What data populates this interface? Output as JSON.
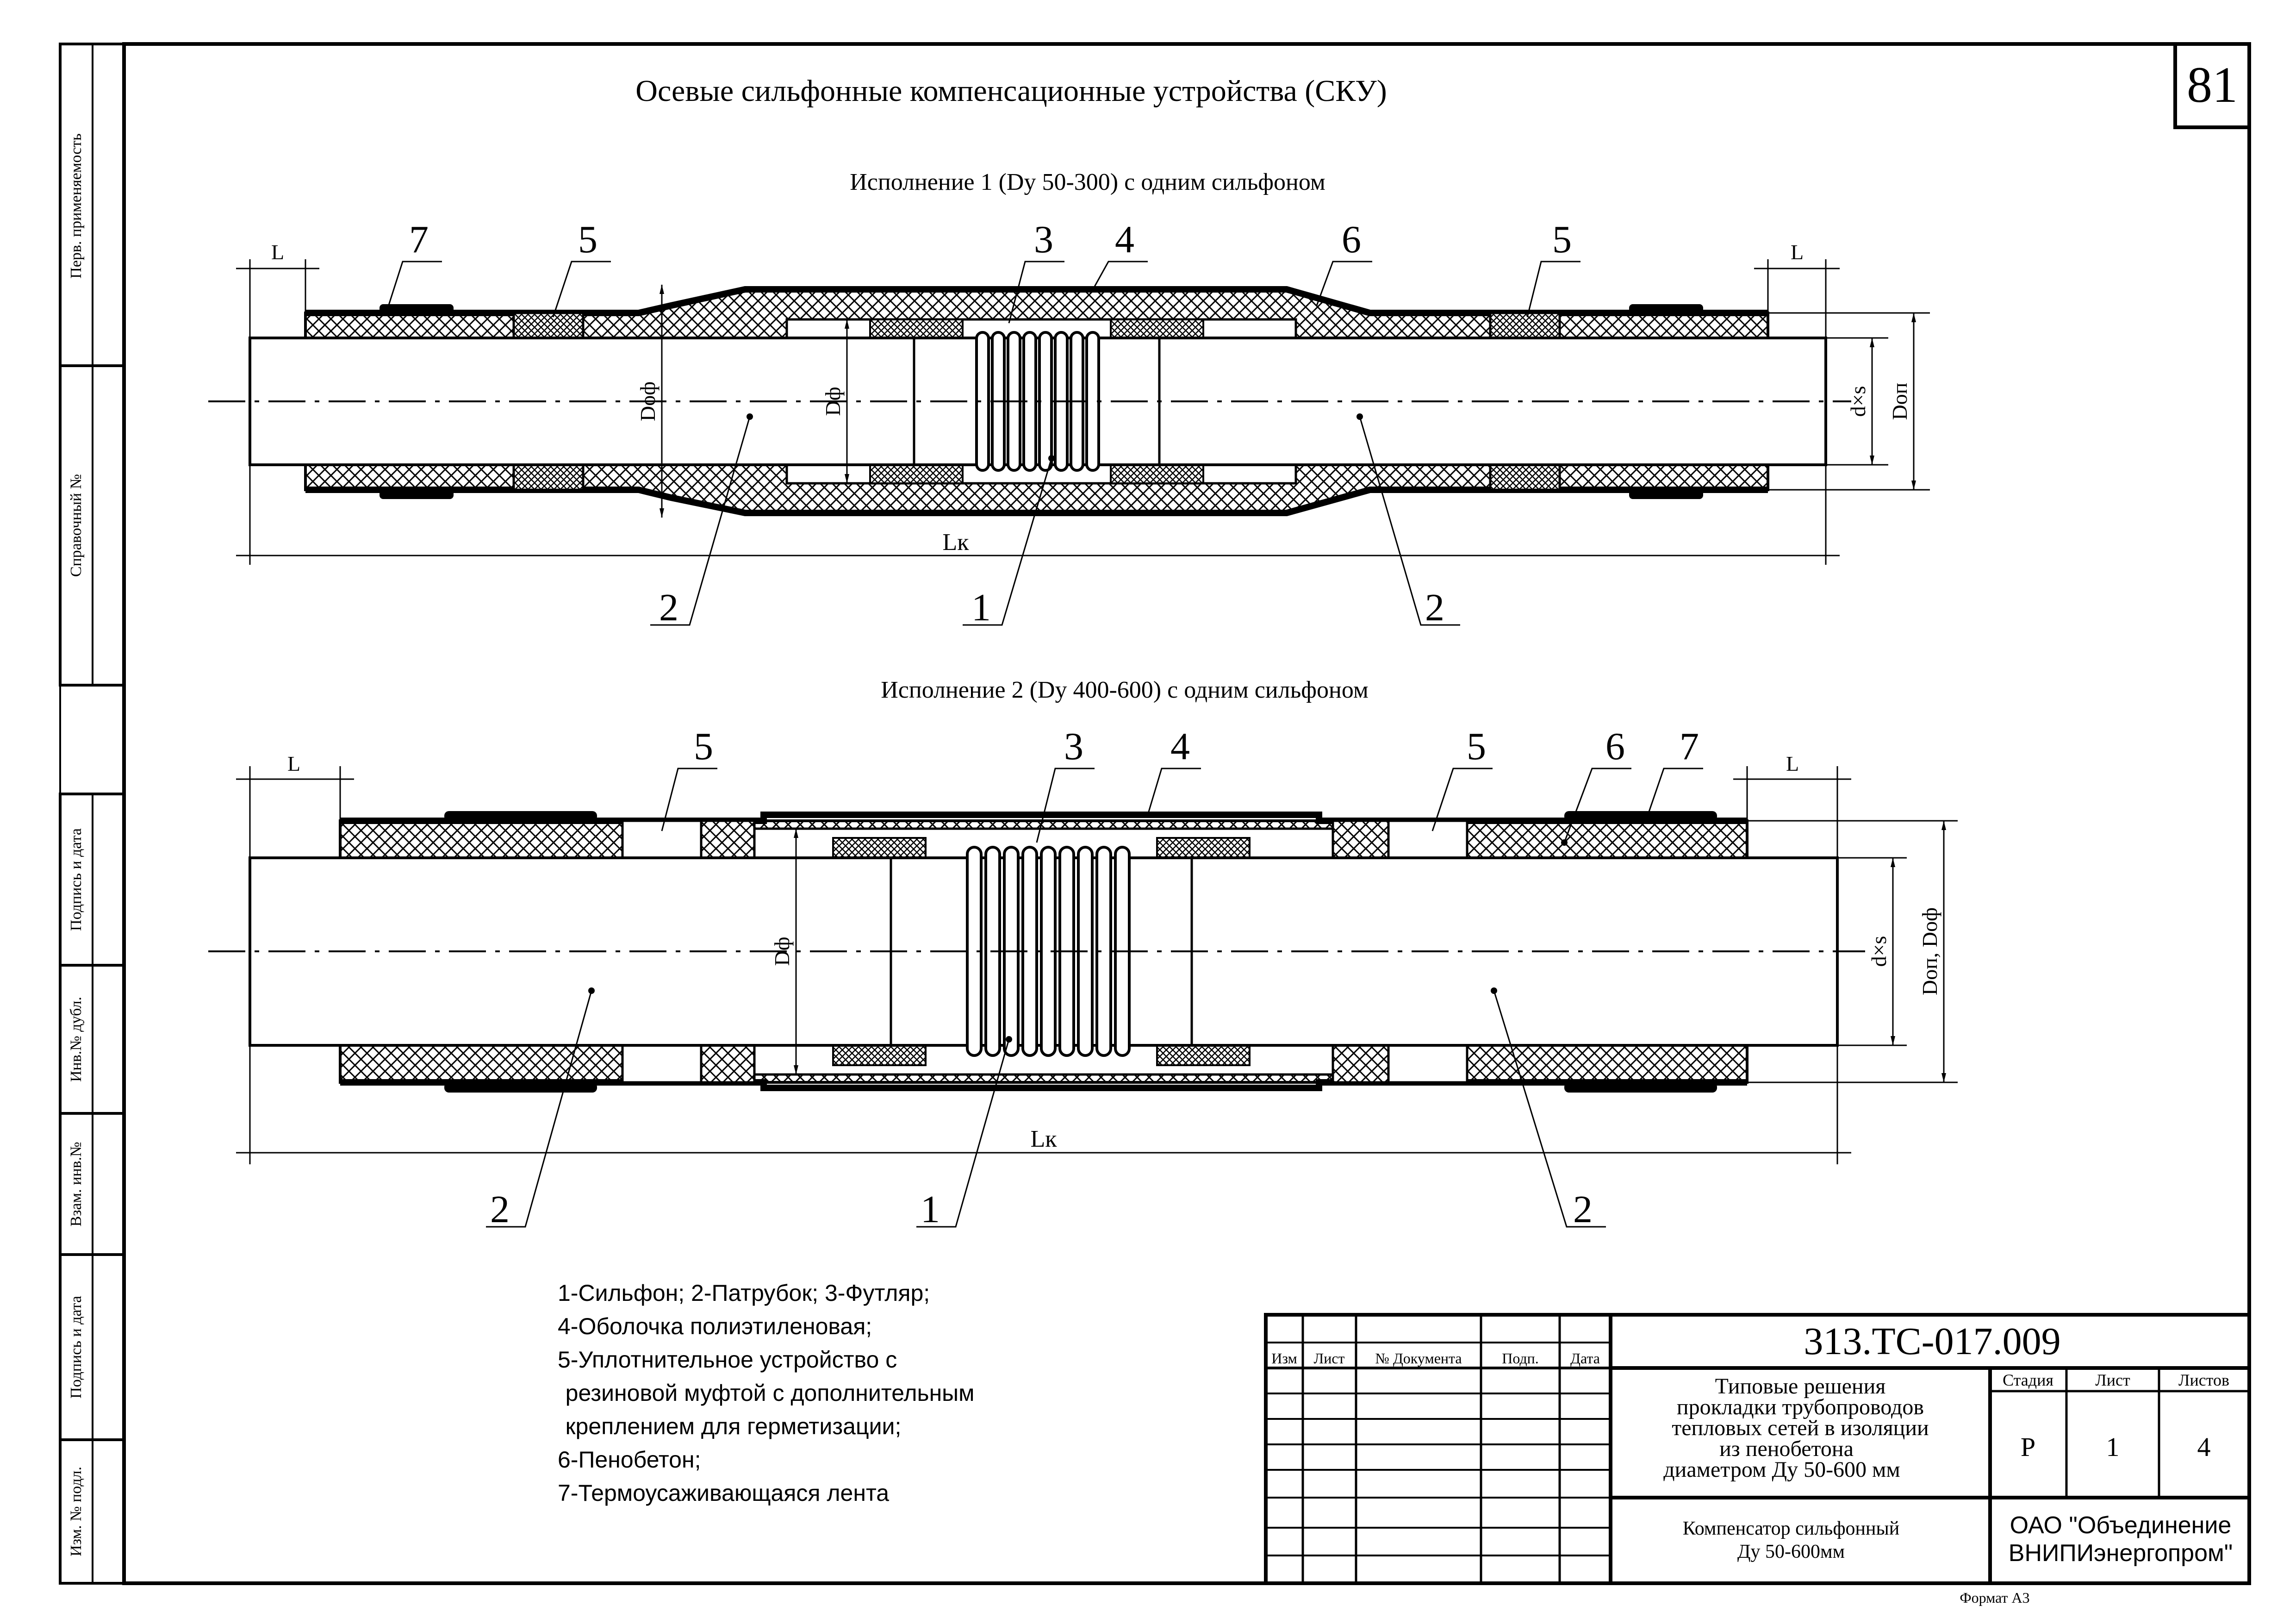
{
  "sheet": {
    "page_number": "81",
    "title": "Осевые сильфонные компенсационные устройства (СКУ)",
    "format_label": "Формат А3"
  },
  "side_stamp": {
    "top_fields": [
      "Перв. применяемость",
      "Справочный №"
    ],
    "bottom_fields": [
      "Подпись и дата",
      "Инв.№ дубл.",
      "Взам. инв.№",
      "Подпись и дата",
      "Изм. № подл."
    ]
  },
  "variant1": {
    "title": "Исполнение 1 (Dy 50-300) с одним сильфоном",
    "callouts": [
      "7",
      "5",
      "3",
      "4",
      "6",
      "5",
      "2",
      "1",
      "2"
    ],
    "dims": {
      "L_left": "L",
      "L_right": "L",
      "Doph": "Dоф",
      "Dph": "Dф",
      "dxs": "d×s",
      "Dop": "Dоп",
      "Lk": "Lк"
    }
  },
  "variant2": {
    "title": "Исполнение 2 (Dy 400-600) с одним сильфоном",
    "callouts": [
      "5",
      "3",
      "4",
      "5",
      "6",
      "7",
      "2",
      "1",
      "2"
    ],
    "dims": {
      "L_left": "L",
      "L_right": "L",
      "Dph": "Dф",
      "dxs": "d×s",
      "Dop_Doph": "Dоп, Dоф",
      "Lk": "Lк"
    }
  },
  "legend": [
    "1-Сильфон; 2-Патрубок; 3-Футляр;",
    "4-Оболочка полиэтиленовая;",
    "5-Уплотнительное устройство с",
    "   резиновой муфтой с дополнительным",
    "   креплением для герметизации;",
    "6-Пенобетон;",
    "7-Термоусаживающаяся лента"
  ],
  "title_block": {
    "doc_code": "313.ТС-017.009",
    "rev_headers": [
      "Изм",
      "Лист",
      "№ Документа",
      "Подп.",
      "Дата"
    ],
    "description_lines": [
      "Типовые решения",
      "прокладки трубопроводов",
      "тепловых сетей в изоляции",
      "из пенобетона",
      "диаметром Ду 50-600 мм"
    ],
    "stage_headers": [
      "Стадия",
      "Лист",
      "Листов"
    ],
    "stage_values": [
      "Р",
      "1",
      "4"
    ],
    "item_name_lines": [
      "Компенсатор сильфонный",
      "Ду 50-600мм"
    ],
    "organization_lines": [
      "ОАО \"Объединение",
      "ВНИПИэнергопром\""
    ]
  }
}
